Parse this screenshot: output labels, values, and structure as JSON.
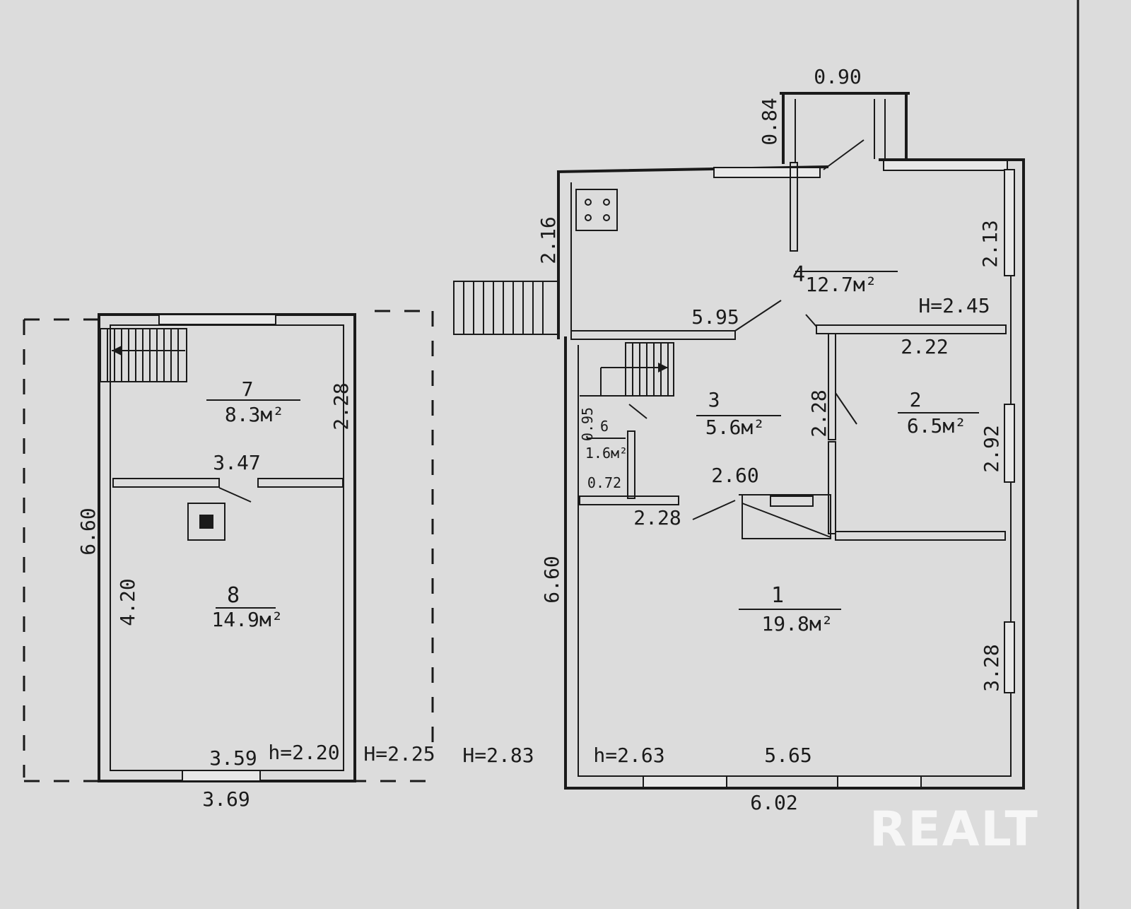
{
  "left_plan": {
    "room_7": {
      "num": "7",
      "area": "8.3м²"
    },
    "room_8": {
      "num": "8",
      "area": "14.9м²"
    },
    "dims": {
      "inner_divider": "3.47",
      "height_left": "6.60",
      "room8_height": "4.20",
      "room7_height": "2.28",
      "inner_width": "3.59",
      "outer_width": "3.69",
      "ceiling_h": "h=2.20",
      "outer_H": "H=2.25",
      "H_between": "H=2.83"
    }
  },
  "right_plan": {
    "room_1": {
      "num": "1",
      "area": "19.8м²"
    },
    "room_2": {
      "num": "2",
      "area": "6.5м²"
    },
    "room_3": {
      "num": "3",
      "area": "5.6м²"
    },
    "room_4": {
      "num": "4",
      "area": "12.7м²"
    },
    "room_6": {
      "num": "6",
      "area": "1.6м²"
    },
    "dims": {
      "porch_width": "0.90",
      "porch_depth": "0.84",
      "kitchen_height": "2.16",
      "right_top": "2.13",
      "H_total": "H=2.45",
      "room4_width": "5.95",
      "room2_width": "2.22",
      "room3_h": "2.28",
      "room2_h": "2.92",
      "room6_small": "0.72",
      "room6_small2": "0.95",
      "hall_width": "2.60",
      "bath_width": "2.28",
      "left_height": "6.60",
      "right_lower": "3.28",
      "ceiling_h": "h=2.63",
      "inner_width": "5.65",
      "outer_width": "6.02"
    }
  },
  "watermark": "REALT"
}
